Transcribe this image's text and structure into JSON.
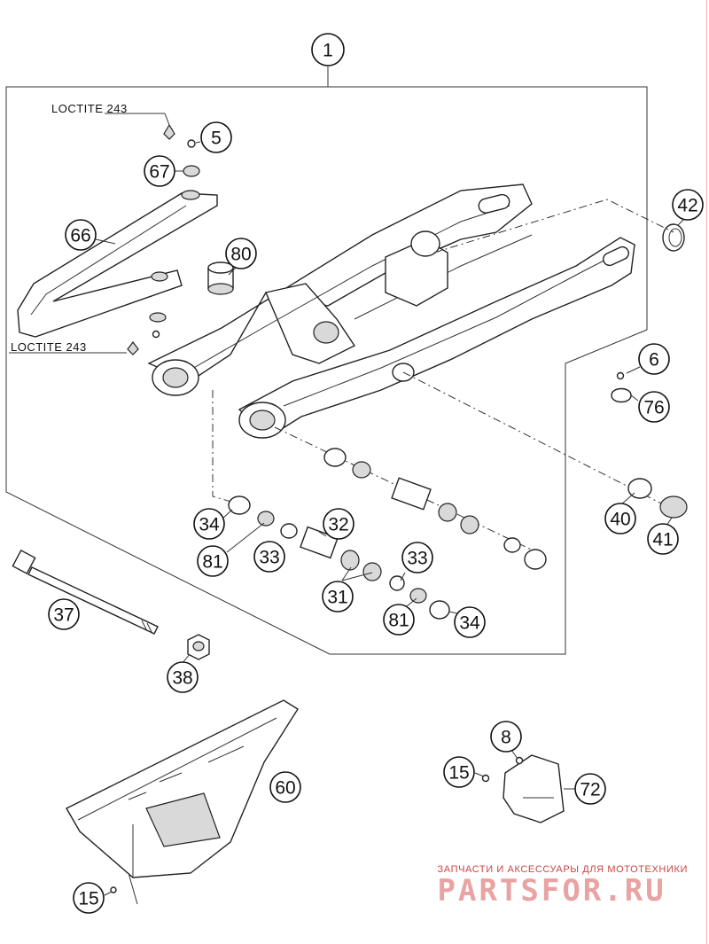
{
  "callouts": [
    {
      "id": "c1",
      "label": "1"
    },
    {
      "id": "c5",
      "label": "5"
    },
    {
      "id": "c67",
      "label": "67"
    },
    {
      "id": "c66",
      "label": "66"
    },
    {
      "id": "c80",
      "label": "80"
    },
    {
      "id": "c42",
      "label": "42"
    },
    {
      "id": "c6",
      "label": "6"
    },
    {
      "id": "c76",
      "label": "76"
    },
    {
      "id": "c34a",
      "label": "34"
    },
    {
      "id": "c81a",
      "label": "81"
    },
    {
      "id": "c33a",
      "label": "33"
    },
    {
      "id": "c32",
      "label": "32"
    },
    {
      "id": "c33b",
      "label": "33"
    },
    {
      "id": "c31",
      "label": "31"
    },
    {
      "id": "c81b",
      "label": "81"
    },
    {
      "id": "c34b",
      "label": "34"
    },
    {
      "id": "c40",
      "label": "40"
    },
    {
      "id": "c41",
      "label": "41"
    },
    {
      "id": "c37",
      "label": "37"
    },
    {
      "id": "c38",
      "label": "38"
    },
    {
      "id": "c60",
      "label": "60"
    },
    {
      "id": "c8",
      "label": "8"
    },
    {
      "id": "c15a",
      "label": "15"
    },
    {
      "id": "c72",
      "label": "72"
    },
    {
      "id": "c15b",
      "label": "15"
    }
  ],
  "annotations": {
    "loctite_top": "LOCTITE 243",
    "loctite_left": "LOCTITE 243"
  },
  "watermark": {
    "caption": "ЗАПЧАСТИ И АКСЕССУАРЫ ДЛЯ МОТОТЕХНИКИ",
    "brand": "PARTSFOR.RU",
    "color": "#e9a3a3"
  }
}
